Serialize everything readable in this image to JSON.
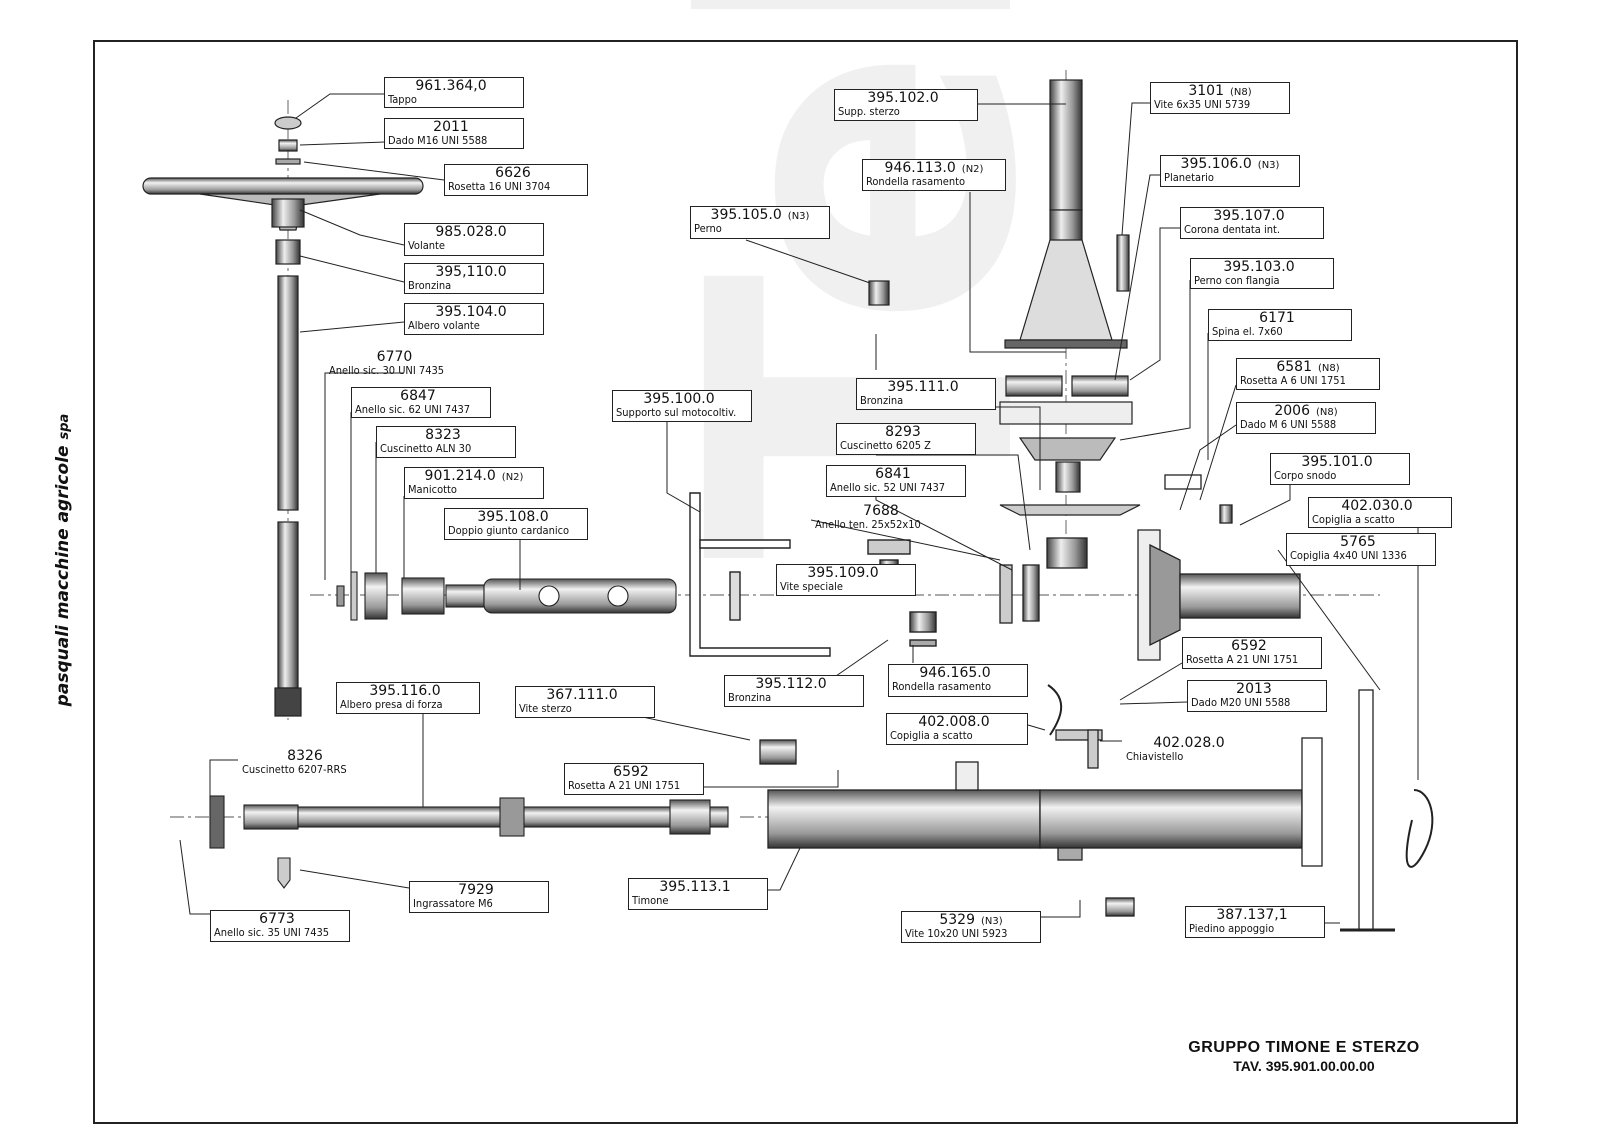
{
  "company": {
    "name": "pasquali macchine agricole",
    "suffix": "spa"
  },
  "caption": {
    "title": "GRUPPO TIMONE E STERZO",
    "table": "TAV. 395.901.00.00.00"
  },
  "watermark": "Tel",
  "parts": [
    {
      "id": "tappo",
      "code": "961.364,0",
      "qty": "",
      "desc": "Tappo"
    },
    {
      "id": "dado-m16",
      "code": "2011",
      "qty": "",
      "desc": "Dado M16 UNI 5588"
    },
    {
      "id": "rosetta-16",
      "code": "6626",
      "qty": "",
      "desc": "Rosetta 16 UNI 3704"
    },
    {
      "id": "volante",
      "code": "985.028.0",
      "qty": "",
      "desc": "Volante"
    },
    {
      "id": "bronzina-1",
      "code": "395,110.0",
      "qty": "",
      "desc": "Bronzina"
    },
    {
      "id": "albero-volante",
      "code": "395.104.0",
      "qty": "",
      "desc": "Albero volante"
    },
    {
      "id": "anello-30",
      "code": "6770",
      "qty": "",
      "desc": "Anello sic. 30 UNI 7435"
    },
    {
      "id": "anello-62",
      "code": "6847",
      "qty": "",
      "desc": "Anello sic. 62 UNI 7437"
    },
    {
      "id": "cuscinetto-aln30",
      "code": "8323",
      "qty": "",
      "desc": "Cuscinetto ALN 30"
    },
    {
      "id": "manicotto",
      "code": "901.214.0",
      "qty": "(N2)",
      "desc": "Manicotto"
    },
    {
      "id": "doppio-giunto",
      "code": "395.108.0",
      "qty": "",
      "desc": "Doppio giunto cardanico"
    },
    {
      "id": "supporto-moto",
      "code": "395.100.0",
      "qty": "",
      "desc": "Supporto sul motocoltiv."
    },
    {
      "id": "perno",
      "code": "395.105.0",
      "qty": "(N3)",
      "desc": "Perno"
    },
    {
      "id": "supp-sterzo",
      "code": "395.102.0",
      "qty": "",
      "desc": "Supp. sterzo"
    },
    {
      "id": "rondella-1",
      "code": "946.113.0",
      "qty": "(N2)",
      "desc": "Rondella rasamento"
    },
    {
      "id": "vite-6x35",
      "code": "3101",
      "qty": "(N8)",
      "desc": "Vite 6x35 UNI 5739"
    },
    {
      "id": "planetario",
      "code": "395.106.0",
      "qty": "(N3)",
      "desc": "Planetario"
    },
    {
      "id": "corona",
      "code": "395.107.0",
      "qty": "",
      "desc": "Corona dentata int."
    },
    {
      "id": "perno-flangia",
      "code": "395.103.0",
      "qty": "",
      "desc": "Perno con flangia"
    },
    {
      "id": "spina",
      "code": "6171",
      "qty": "",
      "desc": "Spina el. 7x60"
    },
    {
      "id": "rosetta-a6",
      "code": "6581",
      "qty": "(N8)",
      "desc": "Rosetta A 6 UNI 1751"
    },
    {
      "id": "bronzina-2",
      "code": "395.111.0",
      "qty": "",
      "desc": "Bronzina"
    },
    {
      "id": "cuscinetto-6205",
      "code": "8293",
      "qty": "",
      "desc": "Cuscinetto 6205 Z"
    },
    {
      "id": "dado-m6",
      "code": "2006",
      "qty": "(N8)",
      "desc": "Dado M 6 UNI 5588"
    },
    {
      "id": "anello-52",
      "code": "6841",
      "qty": "",
      "desc": "Anello sic. 52 UNI 7437"
    },
    {
      "id": "anello-ten",
      "code": "7688",
      "qty": "",
      "desc": "Anello ten. 25x52x10"
    },
    {
      "id": "corpo-snodo",
      "code": "395.101.0",
      "qty": "",
      "desc": "Corpo snodo"
    },
    {
      "id": "copiglia-402030",
      "code": "402.030.0",
      "qty": "",
      "desc": "Copiglia a scatto"
    },
    {
      "id": "copiglia-4x40",
      "code": "5765",
      "qty": "",
      "desc": "Copiglia 4x40 UNI 1336"
    },
    {
      "id": "vite-speciale",
      "code": "395.109.0",
      "qty": "",
      "desc": "Vite speciale"
    },
    {
      "id": "bronzina-3",
      "code": "395.112.0",
      "qty": "",
      "desc": "Bronzina"
    },
    {
      "id": "rondella-2",
      "code": "946.165.0",
      "qty": "",
      "desc": "Rondella rasamento"
    },
    {
      "id": "rosetta-a21-r",
      "code": "6592",
      "qty": "",
      "desc": "Rosetta A 21 UNI 1751"
    },
    {
      "id": "dado-m20",
      "code": "2013",
      "qty": "",
      "desc": "Dado M20 UNI 5588"
    },
    {
      "id": "albero-presa",
      "code": "395.116.0",
      "qty": "",
      "desc": "Albero presa di forza"
    },
    {
      "id": "vite-sterzo",
      "code": "367.111.0",
      "qty": "",
      "desc": "Vite sterzo"
    },
    {
      "id": "copiglia-402008",
      "code": "402.008.0",
      "qty": "",
      "desc": "Copiglia a scatto"
    },
    {
      "id": "chiavistello",
      "code": "402.028.0",
      "qty": "",
      "desc": "Chiavistello"
    },
    {
      "id": "cuscinetto-6207",
      "code": "8326",
      "qty": "",
      "desc": "Cuscinetto 6207-RRS"
    },
    {
      "id": "rosetta-a21-l",
      "code": "6592",
      "qty": "",
      "desc": "Rosetta A 21 UNI 1751"
    },
    {
      "id": "ingrassatore",
      "code": "7929",
      "qty": "",
      "desc": "Ingrassatore M6"
    },
    {
      "id": "timone",
      "code": "395.113.1",
      "qty": "",
      "desc": "Timone"
    },
    {
      "id": "vite-10x20",
      "code": "5329",
      "qty": "(N3)",
      "desc": "Vite 10x20 UNI 5923"
    },
    {
      "id": "piedino",
      "code": "387.137,1",
      "qty": "",
      "desc": "Piedino appoggio"
    },
    {
      "id": "anello-35",
      "code": "6773",
      "qty": "",
      "desc": "Anello sic. 35 UNI 7435"
    }
  ]
}
